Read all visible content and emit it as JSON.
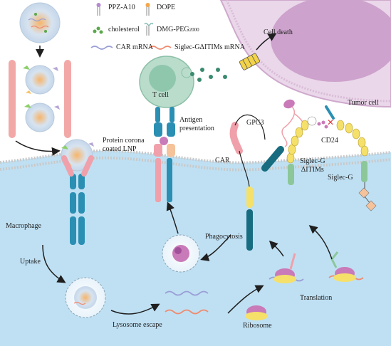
{
  "legend": {
    "ppz": "PPZ-A10",
    "dope": "DOPE",
    "cholesterol": "cholesterol",
    "dmg_peg": "DMG-PEG",
    "dmg_peg_sub": "2000",
    "car_mrna": "CAR mRNA",
    "siglec_mrna": "Siglec-GΔITIMs mRNA"
  },
  "labels": {
    "protein_corona_line1": "Protein corona",
    "protein_corona_line2": "coated LNP",
    "t_cell": "T cell",
    "antigen_line1": "Antigen",
    "antigen_line2": "presentation",
    "cell_death": "Cell death",
    "tumor_cell": "Tumor cell",
    "gpc3": "GPC3",
    "cd24": "CD24",
    "car": "CAR",
    "siglec_g_ditims_line1": "Siglec-G",
    "siglec_g_ditims_line2": "ΔITIMs",
    "siglec_g": "Siglec-G",
    "macrophage": "Macrophage",
    "uptake": "Uptake",
    "phagocytosis": "Phagocytosis",
    "lysosome_escape": "Lysosome escape",
    "ribosome": "Ribosome",
    "translation": "Translation"
  },
  "colors": {
    "cytoplasm": "#bfe0f3",
    "tumor": "#ead7ea",
    "tumor_nucleus": "#cda2cc",
    "t_cell": "#b9dccb",
    "t_cell_nucleus": "#8fc7ad",
    "car_mrna": "#9a9fd6",
    "siglec_mrna": "#f08a6e",
    "receptor_blue": "#2a8fb3",
    "receptor_pink": "#f0a0aa",
    "siglec_yellow": "#f5e06a",
    "siglec_green": "#8cc79a",
    "car_teal": "#176c80",
    "ribosome": "#c97ab8"
  }
}
